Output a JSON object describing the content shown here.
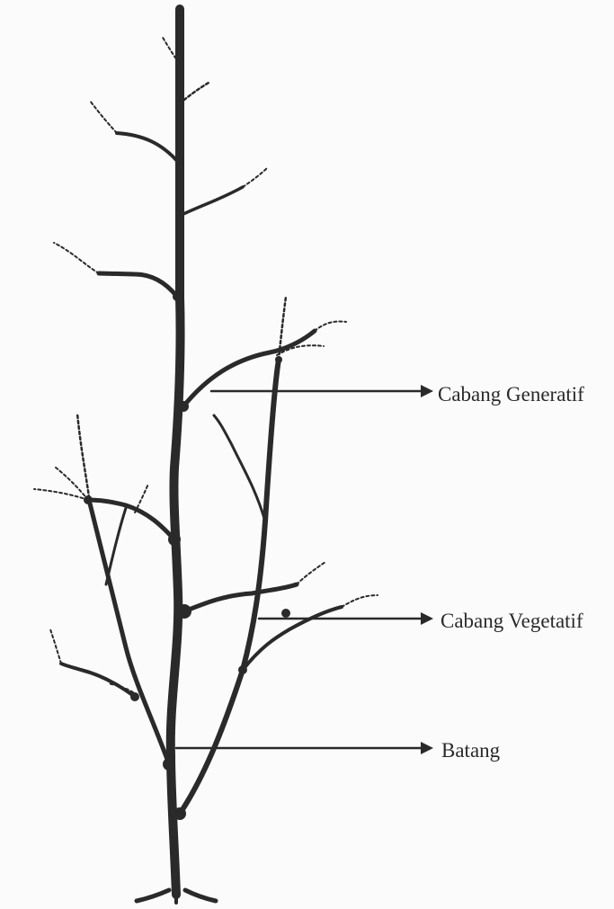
{
  "labels": {
    "generatif": "Cabang Generatif",
    "vegetatif": "Cabang Vegetatif",
    "batang": "Batang"
  },
  "colors": {
    "ink": "#2a2a2a",
    "background": "#fbfbfb"
  }
}
